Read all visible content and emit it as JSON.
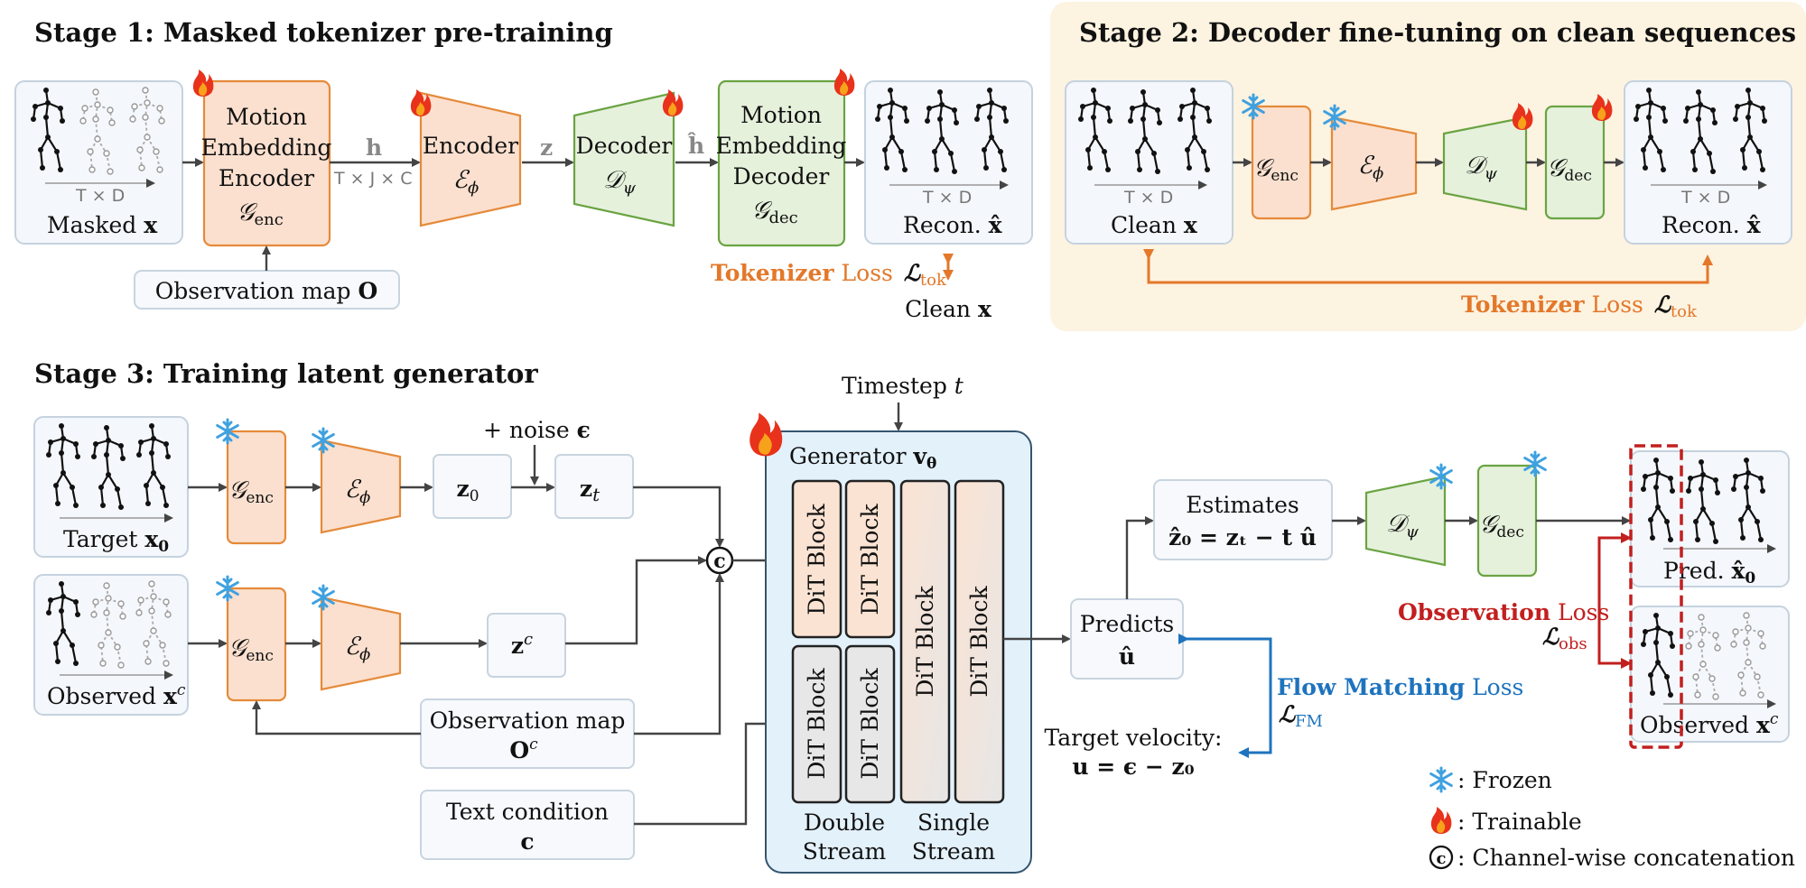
{
  "stage1": {
    "title": "Stage 1: Masked tokenizer pre-training",
    "masked_label": "Masked ",
    "masked_var": "x",
    "txd": "T × D",
    "me_encoder": [
      "Motion",
      "Embedding",
      "Encoder"
    ],
    "g_enc": "𝒢",
    "enc_sub": "enc",
    "h_label": "h",
    "tjc": "T × J × C",
    "encoder_label": "Encoder",
    "encoder_sym": "ℰ",
    "phi": "ϕ",
    "z_label": "z",
    "decoder_label": "Decoder",
    "decoder_sym": "𝒟",
    "psi": "ψ",
    "hhat": "ĥ",
    "me_decoder": [
      "Motion",
      "Embedding",
      "Decoder"
    ],
    "dec_sub": "dec",
    "recon_label": "Recon. ",
    "recon_var": "x̂",
    "obs_map": "Observation map ",
    "obs_map_var": "O",
    "tok_loss_word": "Tokenizer",
    "loss_word": " Loss",
    "loss_sym": "ℒ",
    "tok_sub": "tok",
    "clean_label": "Clean ",
    "clean_var": "x"
  },
  "stage2": {
    "title": "Stage 2: Decoder fine-tuning on clean sequences",
    "clean_label": "Clean ",
    "clean_var": "x",
    "recon_label": "Recon. ",
    "recon_var": "x̂",
    "txd": "T × D",
    "tok_loss_word": "Tokenizer",
    "loss_word": " Loss",
    "loss_sym": "ℒ",
    "tok_sub": "tok"
  },
  "stage3": {
    "title": "Stage 3: Training latent generator",
    "target_label": "Target ",
    "target_var": "x",
    "sub0": "0",
    "observed_label": "Observed ",
    "observed_var": "x",
    "sup_c": "c",
    "z0": "z",
    "zt": "z",
    "t": "t",
    "zc": "z",
    "noise": "+ noise ",
    "eps": "ϵ",
    "timestep": "Timestep ",
    "generator": "Generator ",
    "v": "v",
    "theta": "θ",
    "dit": "DiT Block",
    "double_stream": [
      "Double",
      "Stream"
    ],
    "single_stream": [
      "Single",
      "Stream"
    ],
    "obs_map": "Observation map",
    "obs_map_var": "O",
    "text_cond": "Text condition",
    "text_var": "c",
    "concat": "c",
    "estimates": "Estimates",
    "estimates_eq": "ẑ₀ = zₜ − t û",
    "predicts": "Predicts",
    "predicts_var": "û",
    "target_velocity": "Target velocity:",
    "velocity_eq": "u = ϵ − z₀",
    "fm_word": "Flow Matching",
    "fm_loss": " Loss",
    "fm_sub": "FM",
    "obs_word": "Observation",
    "obs_loss": " Loss",
    "obs_sub": "obs",
    "pred_label": "Pred. ",
    "pred_var": "x̂",
    "observed_out_label": "Observed ",
    "observed_out_var": "x"
  },
  "legend": {
    "frozen": ": Frozen",
    "trainable": ": Trainable",
    "concat": ": Channel-wise concatenation"
  },
  "colors": {
    "orange": "#e3782a",
    "blue": "#1e73be",
    "red": "#c21f1f",
    "stage2_bg": "#fdf3e1",
    "generator_bg": "#e3f1fb"
  }
}
